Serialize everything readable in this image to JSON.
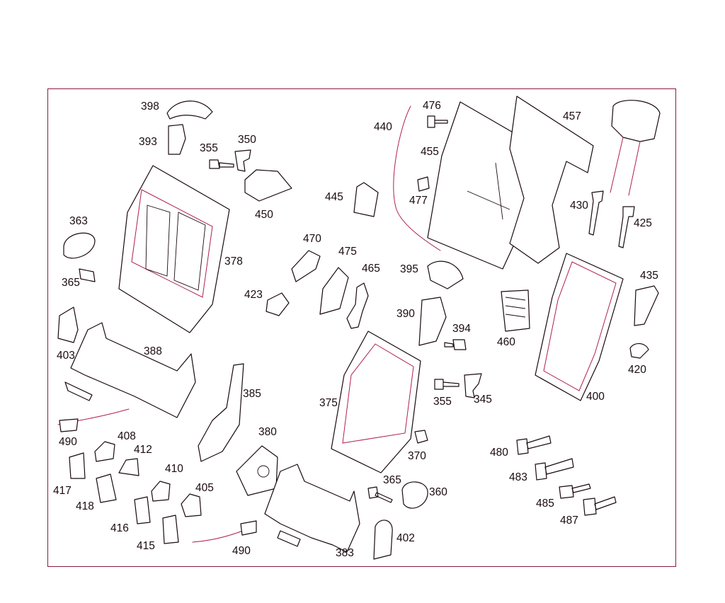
{
  "accent_colors": {
    "frame": "#8a1c3a",
    "line": "#1a0a10",
    "highlight": "#b0204a"
  },
  "callouts": [
    {
      "id": "398",
      "text": "398"
    },
    {
      "id": "393",
      "text": "393"
    },
    {
      "id": "355a",
      "text": "355"
    },
    {
      "id": "350",
      "text": "350"
    },
    {
      "id": "450",
      "text": "450"
    },
    {
      "id": "363",
      "text": "363"
    },
    {
      "id": "365a",
      "text": "365"
    },
    {
      "id": "378",
      "text": "378"
    },
    {
      "id": "403",
      "text": "403"
    },
    {
      "id": "388",
      "text": "388"
    },
    {
      "id": "385",
      "text": "385"
    },
    {
      "id": "490a",
      "text": "490"
    },
    {
      "id": "408",
      "text": "408"
    },
    {
      "id": "412",
      "text": "412"
    },
    {
      "id": "417",
      "text": "417"
    },
    {
      "id": "418",
      "text": "418"
    },
    {
      "id": "410",
      "text": "410"
    },
    {
      "id": "405",
      "text": "405"
    },
    {
      "id": "416",
      "text": "416"
    },
    {
      "id": "415",
      "text": "415"
    },
    {
      "id": "490b",
      "text": "490"
    },
    {
      "id": "380",
      "text": "380"
    },
    {
      "id": "383",
      "text": "383"
    },
    {
      "id": "402",
      "text": "402"
    },
    {
      "id": "470",
      "text": "470"
    },
    {
      "id": "475",
      "text": "475"
    },
    {
      "id": "465",
      "text": "465"
    },
    {
      "id": "423",
      "text": "423"
    },
    {
      "id": "445",
      "text": "445"
    },
    {
      "id": "440",
      "text": "440"
    },
    {
      "id": "476",
      "text": "476"
    },
    {
      "id": "455",
      "text": "455"
    },
    {
      "id": "477",
      "text": "477"
    },
    {
      "id": "457",
      "text": "457"
    },
    {
      "id": "395",
      "text": "395"
    },
    {
      "id": "390",
      "text": "390"
    },
    {
      "id": "394",
      "text": "394"
    },
    {
      "id": "375",
      "text": "375"
    },
    {
      "id": "355b",
      "text": "355"
    },
    {
      "id": "345",
      "text": "345"
    },
    {
      "id": "370",
      "text": "370"
    },
    {
      "id": "365b",
      "text": "365"
    },
    {
      "id": "360",
      "text": "360"
    },
    {
      "id": "460",
      "text": "460"
    },
    {
      "id": "430",
      "text": "430"
    },
    {
      "id": "425",
      "text": "425"
    },
    {
      "id": "435",
      "text": "435"
    },
    {
      "id": "420",
      "text": "420"
    },
    {
      "id": "400",
      "text": "400"
    },
    {
      "id": "480",
      "text": "480"
    },
    {
      "id": "483",
      "text": "483"
    },
    {
      "id": "485",
      "text": "485"
    },
    {
      "id": "487",
      "text": "487"
    }
  ]
}
